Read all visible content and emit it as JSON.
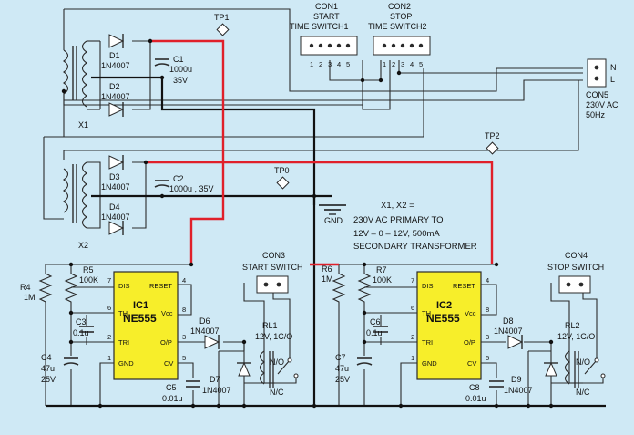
{
  "labels": {
    "tp1": "TP1",
    "tp2": "TP2",
    "tp0": "TP0",
    "con1_a": "CON1",
    "con1_b": "START",
    "con1_c": "TIME SWITCH1",
    "con2_a": "CON2",
    "con2_b": "STOP",
    "con2_c": "TIME SWITCH2",
    "con1_pins": [
      "1",
      "2",
      "3",
      "4",
      "5"
    ],
    "con2_pins": [
      "1",
      "2",
      "3",
      "4",
      "5"
    ],
    "con5_n": "N",
    "con5_l": "L",
    "con5_a": "CON5",
    "con5_b": "230V AC",
    "con5_c": "50Hz",
    "d1_a": "D1",
    "d1_b": "1N4007",
    "d2_a": "D2",
    "d2_b": "1N4007",
    "c1_a": "C1",
    "c1_b": "1000u",
    "c1_c": "35V",
    "x1": "X1",
    "x2": "X2",
    "d3_a": "D3",
    "d3_b": "1N4007",
    "d4_a": "D4",
    "d4_b": "1N4007",
    "c2_a": "C2",
    "c2_b": "1000u , 35V",
    "gnd": "GND",
    "note_1": "X1, X2 =",
    "note_2": "230V AC PRIMARY TO",
    "note_3": "12V – 0 – 12V, 500mA",
    "note_4": "SECONDARY TRANSFORMER",
    "con3_a": "CON3",
    "con3_b": "START SWITCH",
    "con4_a": "CON4",
    "con4_b": "STOP SWITCH",
    "r4_a": "R4",
    "r4_b": "1M",
    "r5_a": "R5",
    "r5_b": "100K",
    "c3_a": "C3",
    "c3_b": "0.1u",
    "c4_a": "C4",
    "c4_b": "47u",
    "c4_c": "25V",
    "ic1_name": "IC1",
    "ic1_part": "NE555",
    "ic1_pins": {
      "dis": "DIS",
      "th": "TH",
      "tri": "TRI",
      "gnd": "GND",
      "reset": "RESET",
      "vcc": "Vcc",
      "op": "O/P",
      "cv": "CV"
    },
    "pin_nums": {
      "p7": "7",
      "p6": "6",
      "p2": "2",
      "p1": "1",
      "p4": "4",
      "p8": "8",
      "p3": "3",
      "p5": "5"
    },
    "d6_a": "D6",
    "d6_b": "1N4007",
    "d7_a": "D7",
    "d7_b": "1N4007",
    "c5_a": "C5",
    "c5_b": "0.01u",
    "rl1_a": "RL1",
    "rl1_b": "12V, 1C/O",
    "no": "N/O",
    "nc": "N/C",
    "r6_a": "R6",
    "r6_b": "1M",
    "r7_a": "R7",
    "r7_b": "100K",
    "c6_a": "C6",
    "c6_b": "0.1u",
    "c7_a": "C7",
    "c7_b": "47u",
    "c7_c": "25V",
    "ic2_name": "IC2",
    "ic2_part": "NE555",
    "d8_a": "D8",
    "d8_b": "1N4007",
    "d9_a": "D9",
    "d9_b": "1N4007",
    "c8_a": "C8",
    "c8_b": "0.01u",
    "rl2_a": "RL2",
    "rl2_b": "12V, 1C/O"
  },
  "colors": {
    "background": "#cfe9f5",
    "ic_fill": "#f7ee2a",
    "supply_wire": "#e0202a",
    "wire": "#2a2a2a"
  }
}
